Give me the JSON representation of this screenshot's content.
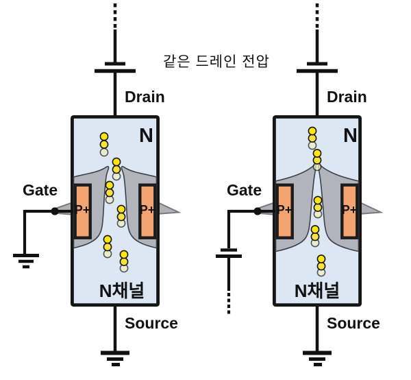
{
  "caption": "같은 드레인 전압",
  "left_transistor": {
    "drain_label": "Drain",
    "gate_label": "Gate",
    "source_label": "Source",
    "region_label": "N",
    "channel_label": "N채널",
    "p_left_label": "P+",
    "p_right_label": "P+"
  },
  "right_transistor": {
    "drain_label": "Drain",
    "gate_label": "Gate",
    "source_label": "Source",
    "region_label": "N",
    "channel_label": "N채널",
    "p_left_label": "P+",
    "p_right_label": "P+"
  },
  "colors": {
    "body_fill": "#dce7f3",
    "depletion_gray": "#b2b4bb",
    "p_region_orange": "#f4a470",
    "electron_yellow": "#ffe70a",
    "wire_black": "#111111"
  }
}
